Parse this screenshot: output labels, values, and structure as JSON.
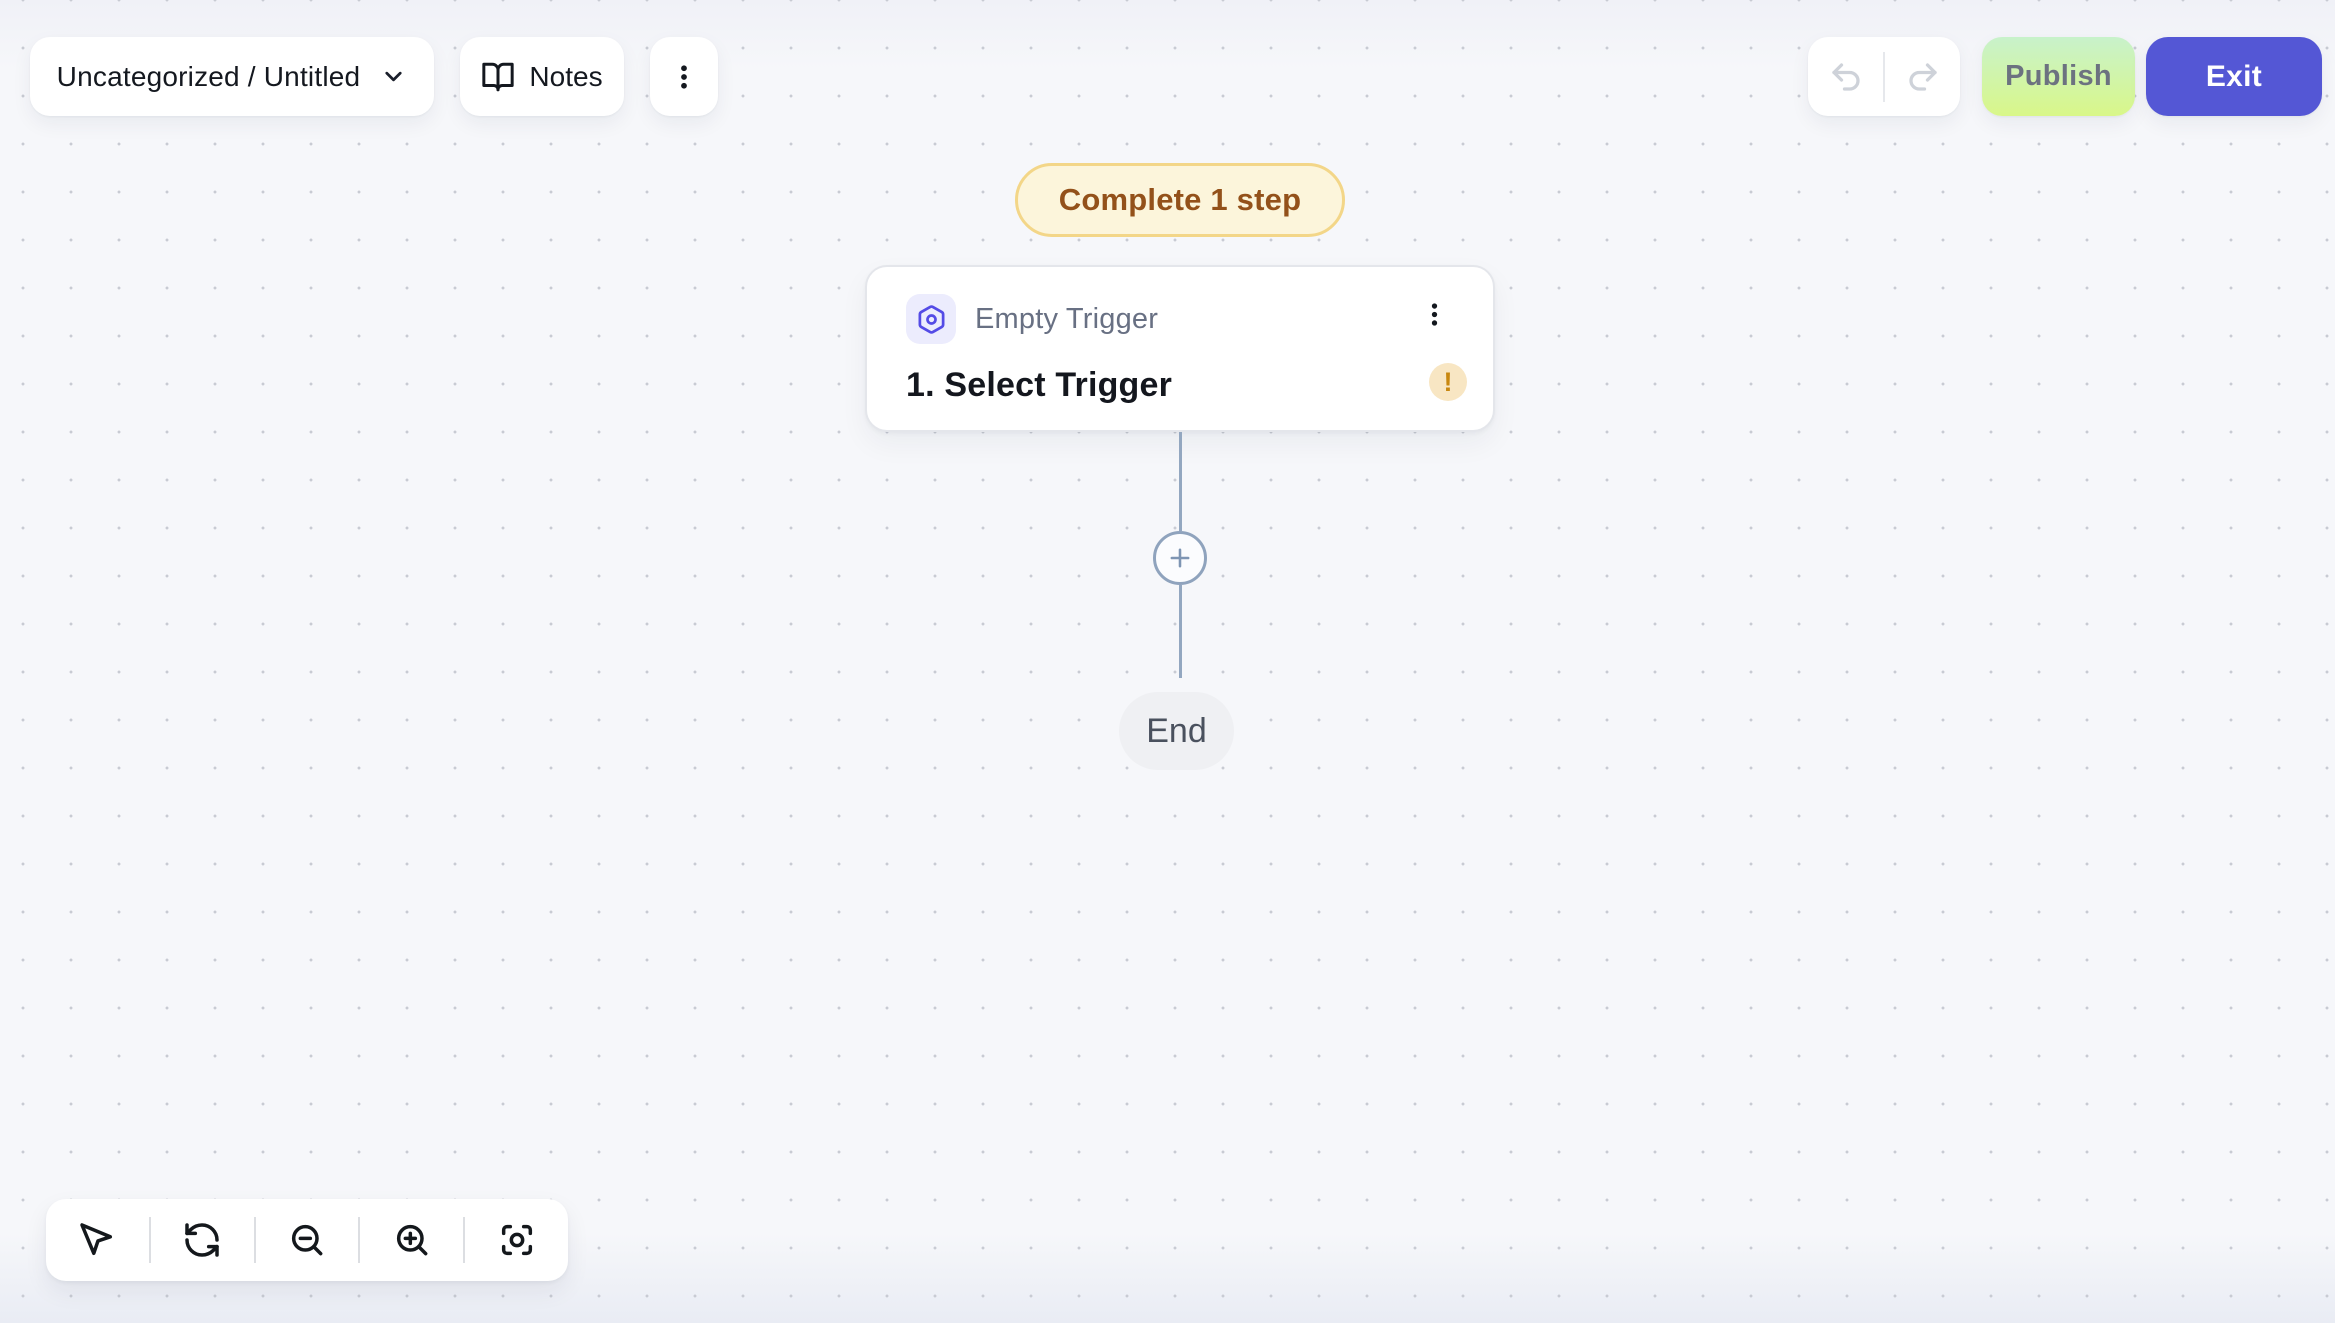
{
  "colors": {
    "background": "#F6F7FA",
    "accent_indigo": "#5457D5",
    "publish_gradient_top": "#C8F2CB",
    "publish_gradient_bottom": "#D9F789",
    "todo_badge_bg": "#FCF5DB",
    "todo_badge_border": "#F3D688",
    "todo_badge_text": "#93511A",
    "warning_bg": "#F8E6C3",
    "warning_fg": "#C8870F",
    "connector": "#93A7C0",
    "trigger_icon": "#544BE6",
    "trigger_icon_bg": "#ECECFD"
  },
  "header": {
    "project_selector": {
      "label": "Uncategorized / Untitled",
      "icon": "chevron-down-icon"
    },
    "notes_button": {
      "label": "Notes",
      "icon": "book-open-icon"
    },
    "more_menu": {
      "icon": "kebab-vertical-icon"
    },
    "undo_button": {
      "icon": "undo-icon",
      "state": "disabled"
    },
    "redo_button": {
      "icon": "redo-icon",
      "state": "disabled"
    },
    "publish_button": {
      "label": "Publish",
      "state": "disabled"
    },
    "exit_button": {
      "label": "Exit"
    }
  },
  "canvas": {
    "todo_badge": {
      "label": "Complete 1 step"
    },
    "trigger_card": {
      "icon": "empty-trigger-hexagon-icon",
      "type_label": "Empty Trigger",
      "title": "1. Select Trigger",
      "menu_icon": "kebab-vertical-icon",
      "warning_glyph": "!"
    },
    "add_step_button": {
      "icon": "plus-icon"
    },
    "end_node": {
      "label": "End"
    }
  },
  "toolbar": {
    "items": [
      {
        "name": "select-tool",
        "icon": "mouse-pointer-icon"
      },
      {
        "name": "reset-view",
        "icon": "refresh-icon"
      },
      {
        "name": "zoom-out",
        "icon": "zoom-out-icon"
      },
      {
        "name": "zoom-in",
        "icon": "zoom-in-icon"
      },
      {
        "name": "fit-view",
        "icon": "focus-icon"
      }
    ]
  }
}
